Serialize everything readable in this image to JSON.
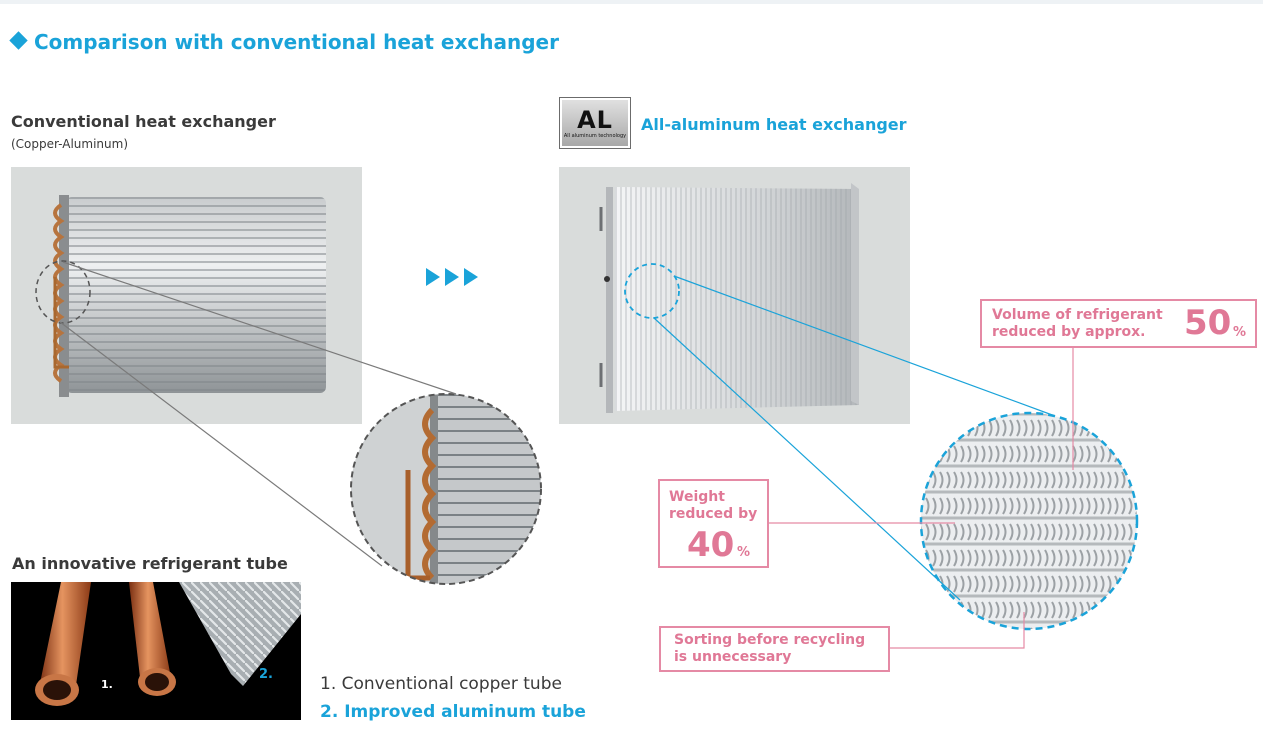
{
  "section": {
    "title": "Comparison with conventional heat exchanger"
  },
  "conventional": {
    "title": "Conventional heat exchanger",
    "subtitle": "(Copper-Aluminum)"
  },
  "aluminum": {
    "logo_text": "AL",
    "logo_subtext": "All aluminum technology",
    "title": "All-aluminum heat exchanger"
  },
  "callouts": {
    "volume": {
      "line1": "Volume of refrigerant",
      "line2": "reduced by approx.",
      "value": "50",
      "unit": "%"
    },
    "weight": {
      "line1": "Weight",
      "line2": "reduced by",
      "value": "40",
      "unit": "%"
    },
    "sorting": {
      "line1": "Sorting before recycling",
      "line2": "is unnecessary"
    }
  },
  "tube": {
    "title": "An innovative refrigerant tube",
    "label1": "1.",
    "label2": "2.",
    "legend1": "1. Conventional copper tube",
    "legend2": "2. Improved aluminum tube"
  },
  "colors": {
    "accent": "#1aa3d9",
    "callout": "#e07896",
    "callout_border": "#e58aa5"
  }
}
